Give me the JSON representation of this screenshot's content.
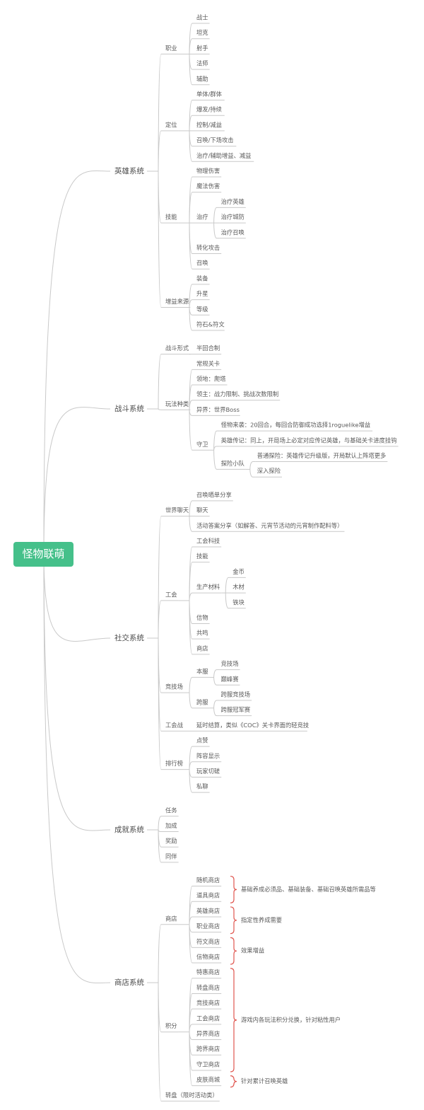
{
  "root": "怪物联萌",
  "branches": [
    {
      "label": "英雄系统",
      "children": [
        {
          "label": "职业",
          "children": [
            {
              "label": "战士"
            },
            {
              "label": "坦克"
            },
            {
              "label": "射手"
            },
            {
              "label": "法师"
            },
            {
              "label": "辅助"
            }
          ]
        },
        {
          "label": "定位",
          "children": [
            {
              "label": "单体/群体"
            },
            {
              "label": "爆发/持续"
            },
            {
              "label": "控制/减益"
            },
            {
              "label": "召唤/下场攻击"
            },
            {
              "label": "治疗/辅助增益、减益"
            }
          ]
        },
        {
          "label": "技能",
          "children": [
            {
              "label": "物理伤害"
            },
            {
              "label": "魔法伤害"
            },
            {
              "label": "治疗",
              "children": [
                {
                  "label": "治疗英雄"
                },
                {
                  "label": "治疗城防"
                },
                {
                  "label": "治疗召唤"
                }
              ]
            },
            {
              "label": "转化攻击"
            },
            {
              "label": "召唤"
            }
          ]
        },
        {
          "label": "增益来源",
          "children": [
            {
              "label": "装备"
            },
            {
              "label": "升星"
            },
            {
              "label": "等级"
            },
            {
              "label": "符石&符文"
            }
          ]
        }
      ]
    },
    {
      "label": "战斗系统",
      "children": [
        {
          "label": "战斗形式",
          "children": [
            {
              "label": "半回合制"
            }
          ]
        },
        {
          "label": "玩法种类",
          "children": [
            {
              "label": "常规关卡"
            },
            {
              "label": "领地：爬塔"
            },
            {
              "label": "领主：战力限制、挑战次数限制"
            },
            {
              "label": "异界：世界Boss"
            },
            {
              "label": "守卫",
              "children": [
                {
                  "label": "怪物来袭：20回合，每回合防御成功选择1roguelike增益"
                },
                {
                  "label": "英雄传记：同上，开局场上必定对应传记英雄，与基础关卡进度挂钩"
                },
                {
                  "label": "探险小队",
                  "children": [
                    {
                      "label": "普通探险：英雄传记升级版，开局默认上阵塔更多"
                    },
                    {
                      "label": "深入探险"
                    }
                  ]
                }
              ]
            }
          ]
        }
      ]
    },
    {
      "label": "社交系统",
      "children": [
        {
          "label": "世界聊天",
          "children": [
            {
              "label": "召唤晒单分享"
            },
            {
              "label": "聊天"
            },
            {
              "label": "活动答案分享（如解答、元宵节活动的元宵制作配料等）"
            }
          ]
        },
        {
          "label": "工会",
          "children": [
            {
              "label": "工会科技"
            },
            {
              "label": "技能"
            },
            {
              "label": "生产材料",
              "children": [
                {
                  "label": "金币"
                },
                {
                  "label": "木材"
                },
                {
                  "label": "铁块"
                }
              ]
            },
            {
              "label": "信物"
            },
            {
              "label": "共鸣"
            },
            {
              "label": "商店"
            }
          ]
        },
        {
          "label": "竞技场",
          "children": [
            {
              "label": "本服",
              "children": [
                {
                  "label": "竞技场"
                },
                {
                  "label": "巅峰赛"
                }
              ]
            },
            {
              "label": "跨服",
              "children": [
                {
                  "label": "跨服竞技场"
                },
                {
                  "label": "跨服冠军赛"
                }
              ]
            }
          ]
        },
        {
          "label": "工会战",
          "children": [
            {
              "label": "延时结算，类似《COC》关卡界面的轻竞技"
            }
          ]
        },
        {
          "label": "排行榜",
          "children": [
            {
              "label": "点赞"
            },
            {
              "label": "阵容显示"
            },
            {
              "label": "玩家切磋"
            },
            {
              "label": "私聊"
            }
          ]
        }
      ]
    },
    {
      "label": "成就系统",
      "children": [
        {
          "label": "任务"
        },
        {
          "label": "加成"
        },
        {
          "label": "奖励"
        },
        {
          "label": "同伴"
        }
      ]
    },
    {
      "label": "商店系统",
      "children": [
        {
          "label": "商店",
          "children": [
            {
              "label": "随机商店"
            },
            {
              "label": "道具商店"
            },
            {
              "label": "英雄商店"
            },
            {
              "label": "职业商店"
            },
            {
              "label": "符文商店"
            },
            {
              "label": "信物商店"
            }
          ]
        },
        {
          "label": "积分",
          "children": [
            {
              "label": "特惠商店"
            },
            {
              "label": "转盘商店"
            },
            {
              "label": "竞技商店"
            },
            {
              "label": "工会商店"
            },
            {
              "label": "异界商店"
            },
            {
              "label": "跨界商店"
            },
            {
              "label": "守卫商店"
            },
            {
              "label": "皮肤商城"
            }
          ]
        },
        {
          "label": "转盘（限时活动类）"
        }
      ]
    }
  ],
  "notes": [
    {
      "label": "基础养成必须品、基础装备、基础召唤英雄所需品等",
      "color": "#e0564f"
    },
    {
      "label": "指定性养成需要",
      "color": "#e0564f"
    },
    {
      "label": "效果增益",
      "color": "#e0564f"
    },
    {
      "label": "游戏内各玩法积分兑换，针对粘性用户",
      "color": "#e0564f"
    },
    {
      "label": "针对累计召唤英雄",
      "color": "#e0564f"
    }
  ],
  "colors": {
    "root_fill": "#45c08a",
    "root_text": "#ffffff",
    "connector": "#c9c9c9",
    "brace": "#e0564f",
    "text": "#5a5a5a"
  }
}
